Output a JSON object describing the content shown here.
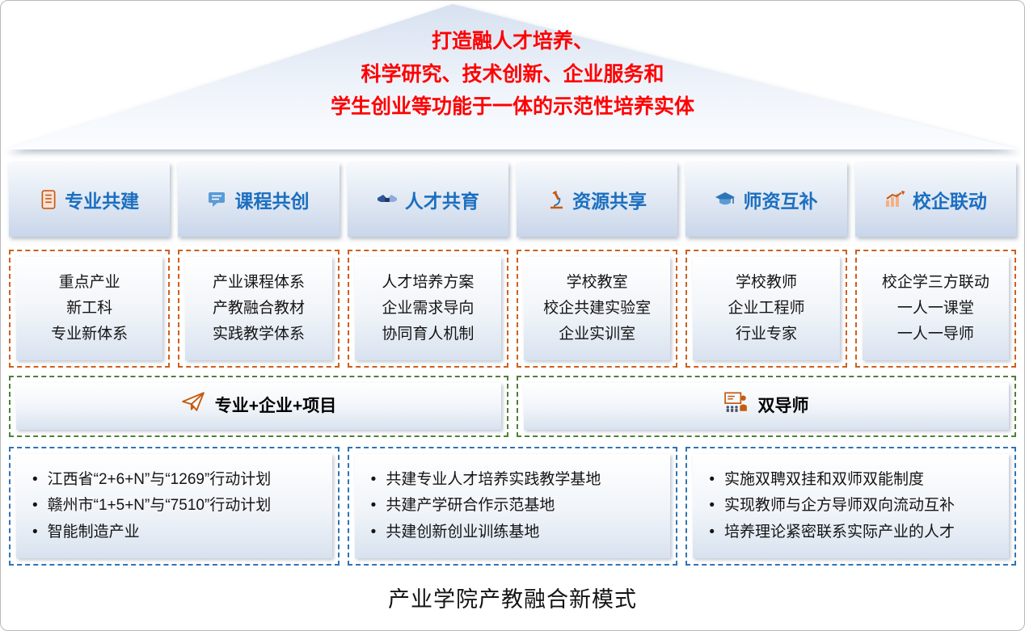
{
  "roof": {
    "line1": "打造融人才培养、",
    "line2": "科学研究、技术创新、企业服务和",
    "line3": "学生创业等功能于一体的示范性培养实体"
  },
  "columns": [
    {
      "header": "专业共建",
      "icon": "document-icon",
      "items": [
        "重点产业",
        "新工科",
        "专业新体系"
      ]
    },
    {
      "header": "课程共创",
      "icon": "chat-icon",
      "items": [
        "产业课程体系",
        "产教融合教材",
        "实践教学体系"
      ]
    },
    {
      "header": "人才共育",
      "icon": "handshake-icon",
      "items": [
        "人才培养方案",
        "企业需求导向",
        "协同育人机制"
      ]
    },
    {
      "header": "资源共享",
      "icon": "microscope-icon",
      "items": [
        "学校教室",
        "校企共建实验室",
        "企业实训室"
      ]
    },
    {
      "header": "师资互补",
      "icon": "graduation-cap-icon",
      "items": [
        "学校教师",
        "企业工程师",
        "行业专家"
      ]
    },
    {
      "header": "校企联动",
      "icon": "chart-icon",
      "items": [
        "校企学三方联动",
        "一人一课堂",
        "一人一导师"
      ]
    }
  ],
  "mid_banners": [
    {
      "label": "专业+企业+项目",
      "icon": "paper-plane-icon"
    },
    {
      "label": "双导师",
      "icon": "teacher-icon"
    }
  ],
  "bottom_boxes": [
    {
      "items": [
        "江西省“2+6+N”与“1269”行动计划",
        "赣州市“1+5+N”与“7510”行动计划",
        "智能制造产业"
      ]
    },
    {
      "items": [
        "共建专业人才培养实践教学基地",
        "共建产学研合作示范基地",
        "共建创新创业训练基地"
      ]
    },
    {
      "items": [
        "实施双聘双挂和双师双能制度",
        "实现教师与企方导师双向流动互补",
        "培养理论紧密联系实际产业的人才"
      ]
    }
  ],
  "caption": "产业学院产教融合新模式",
  "colors": {
    "red": "#ff0000",
    "header_blue": "#1b6fc0",
    "orange_border": "#cc6120",
    "green_border": "#4e7f3a",
    "blue_border": "#2e74b5"
  }
}
